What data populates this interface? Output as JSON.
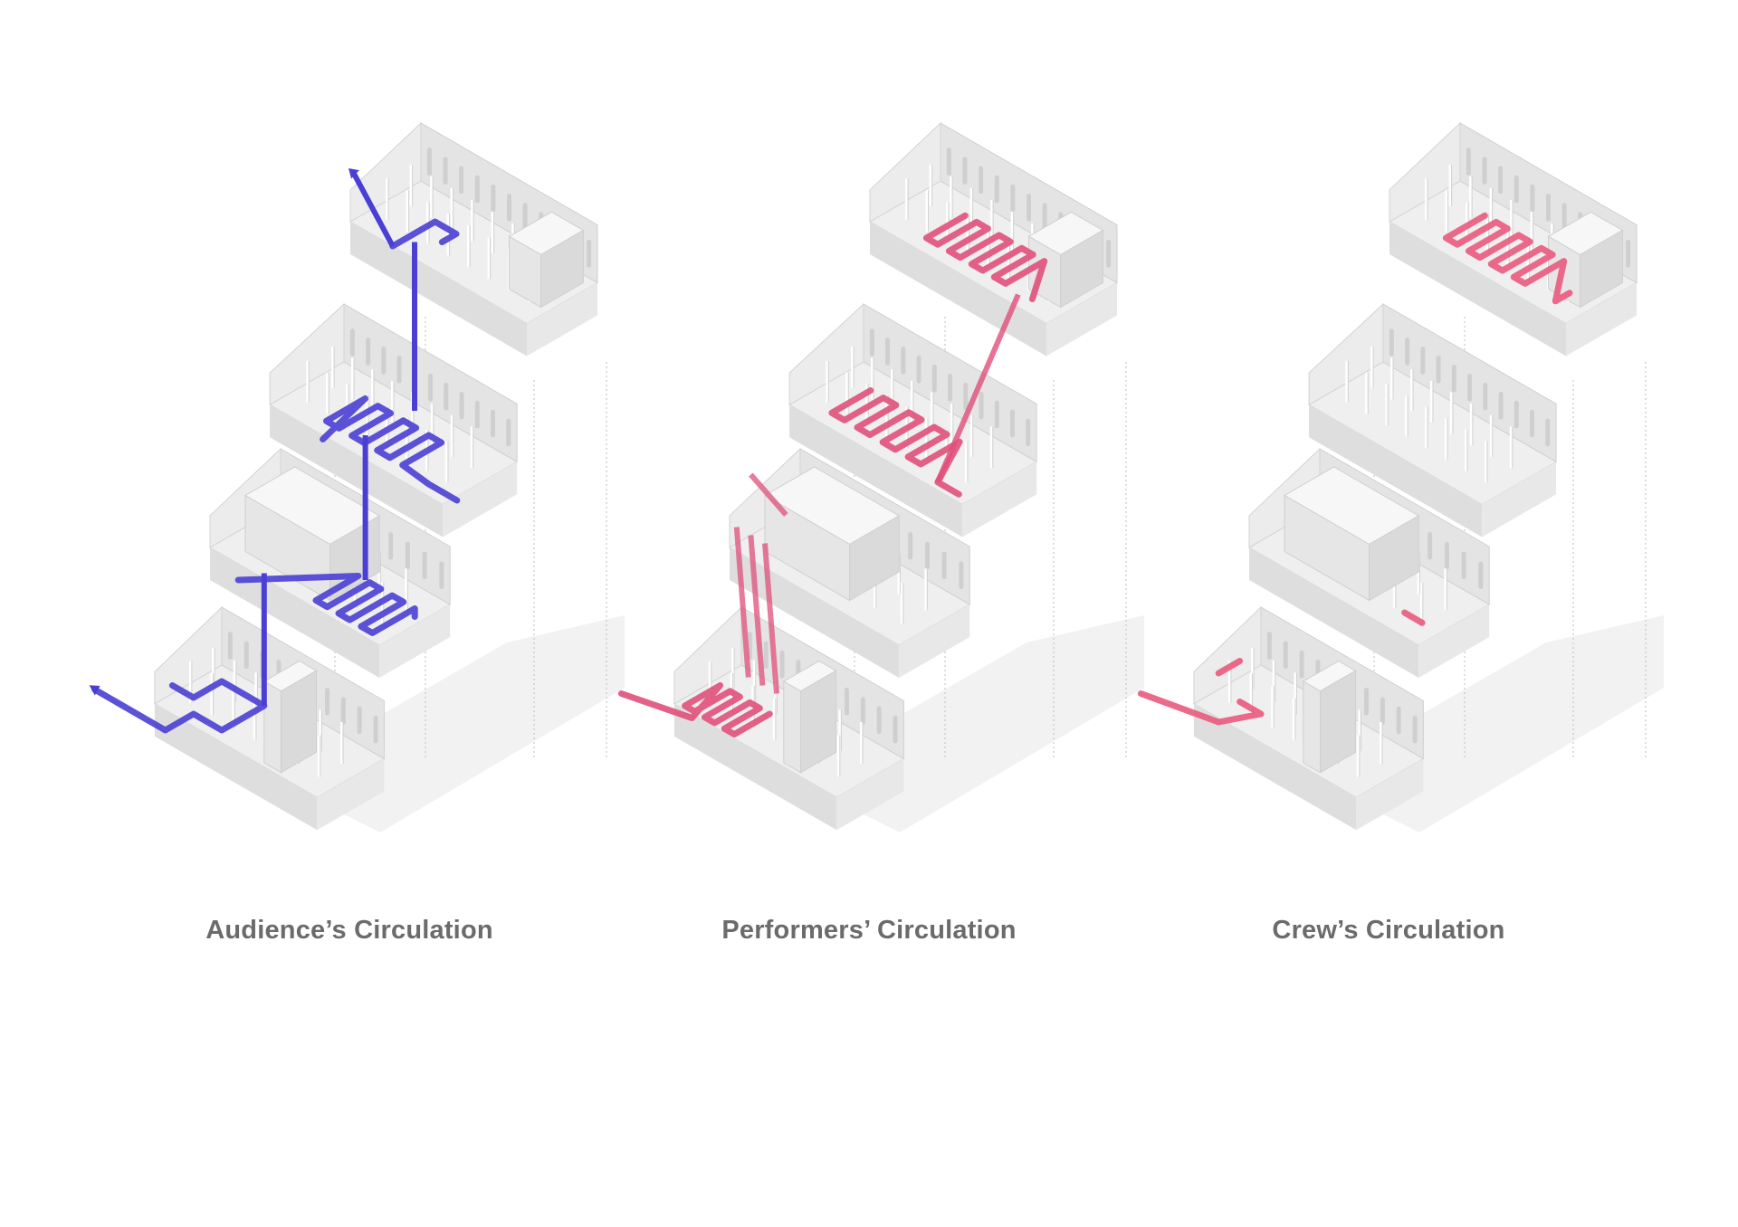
{
  "diagrams": [
    {
      "caption": "Audience’s Circulation",
      "route_color": "#4a3fd4",
      "route": "audience"
    },
    {
      "caption": "Performers’ Circulation",
      "route_color": "#e0507a",
      "route": "performers"
    },
    {
      "caption": "Crew’s Circulation",
      "route_color": "#ea5a7c",
      "route": "crew"
    }
  ],
  "colors": {
    "background": "#ffffff",
    "slab_top": "#efefef",
    "wall_front": "#dedede",
    "wall_side": "#e8e8e8",
    "shadow": "#f2f2f2",
    "guide": "#bdbdbd",
    "caption": "#6b6b6b"
  }
}
